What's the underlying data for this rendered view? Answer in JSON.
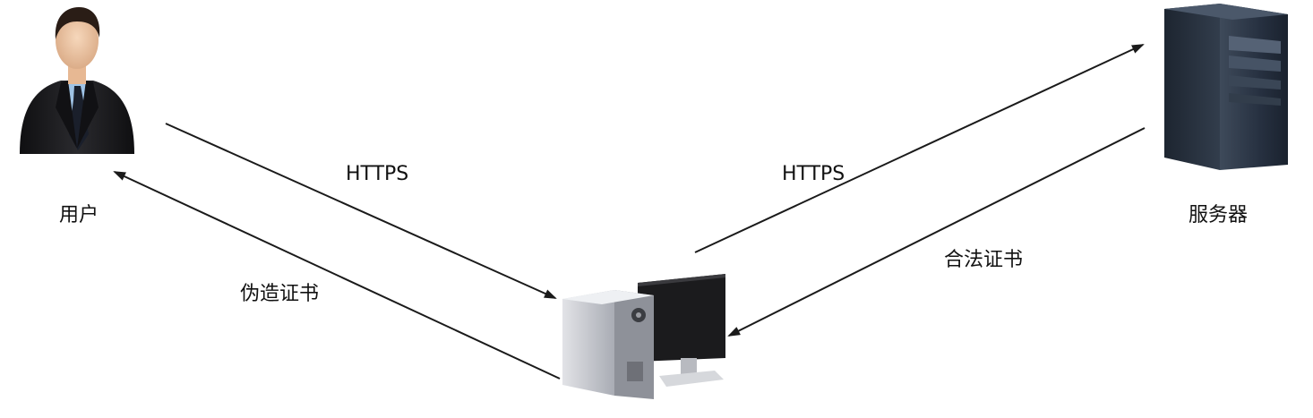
{
  "nodes": {
    "user": {
      "icon": "user-businessman-icon",
      "label": "用户"
    },
    "attacker": {
      "icon": "desktop-computer-icon"
    },
    "server": {
      "icon": "server-tower-icon",
      "label": "服务器"
    }
  },
  "edges": {
    "user_to_attacker": "HTTPS",
    "attacker_to_user": "伪造证书",
    "attacker_to_server": "HTTPS",
    "server_to_attacker": "合法证书"
  },
  "colors": {
    "arrow": "#1a1a1a",
    "suit": "#1c1c1e",
    "shirt": "#9fc3e6",
    "skin": "#f2c9a6",
    "server_body": "#2b3644",
    "pc_case": "#c8cad0",
    "monitor": "#1b1b1d"
  }
}
